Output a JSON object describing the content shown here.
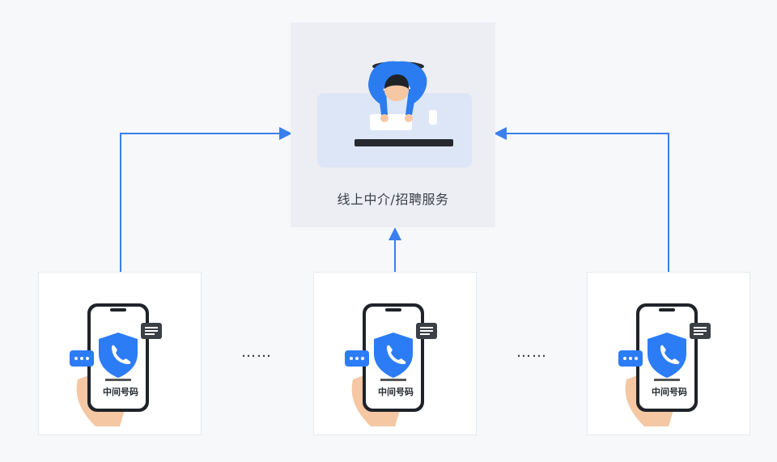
{
  "center": {
    "label": "线上中介/招聘服务",
    "icon": "agent-at-desk-illustration"
  },
  "phones": [
    {
      "label": "中间号码",
      "icon": "phone-shield-illustration"
    },
    {
      "label": "中间号码",
      "icon": "phone-shield-illustration"
    },
    {
      "label": "中间号码",
      "icon": "phone-shield-illustration"
    }
  ],
  "separators": [
    "……",
    "……"
  ],
  "colors": {
    "arrow": "#3a7ff0",
    "shield": "#2c7cf6",
    "person": "#2b7cf0",
    "background": "#f7f8fa",
    "center_box": "#eceef3"
  }
}
